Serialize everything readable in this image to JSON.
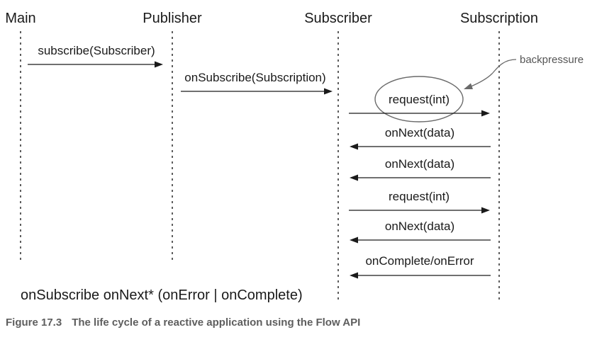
{
  "lifelines": [
    {
      "id": "main",
      "title": "Main"
    },
    {
      "id": "publisher",
      "title": "Publisher"
    },
    {
      "id": "subscriber",
      "title": "Subscriber"
    },
    {
      "id": "subscription",
      "title": "Subscription"
    }
  ],
  "messages": [
    {
      "label": "subscribe(Subscriber)",
      "from": "main",
      "to": "publisher"
    },
    {
      "label": "onSubscribe(Subscription)",
      "from": "publisher",
      "to": "subscriber"
    },
    {
      "label": "request(int)",
      "from": "subscriber",
      "to": "subscription",
      "highlighted": true
    },
    {
      "label": "onNext(data)",
      "from": "subscription",
      "to": "subscriber"
    },
    {
      "label": "onNext(data)",
      "from": "subscription",
      "to": "subscriber"
    },
    {
      "label": "request(int)",
      "from": "subscriber",
      "to": "subscription"
    },
    {
      "label": "onNext(data)",
      "from": "subscription",
      "to": "subscriber"
    },
    {
      "label": "onComplete/onError",
      "from": "subscription",
      "to": "subscriber"
    }
  ],
  "annotation": {
    "label": "backpressure"
  },
  "grammar": "onSubscribe onNext* (onError | onComplete)",
  "caption": {
    "figure": "Figure 17.3",
    "text": "The life cycle of a reactive application using the Flow API"
  },
  "colors": {
    "ink": "#1a1a1a",
    "annotation": "#555555",
    "caption": "#5e5e5e"
  }
}
